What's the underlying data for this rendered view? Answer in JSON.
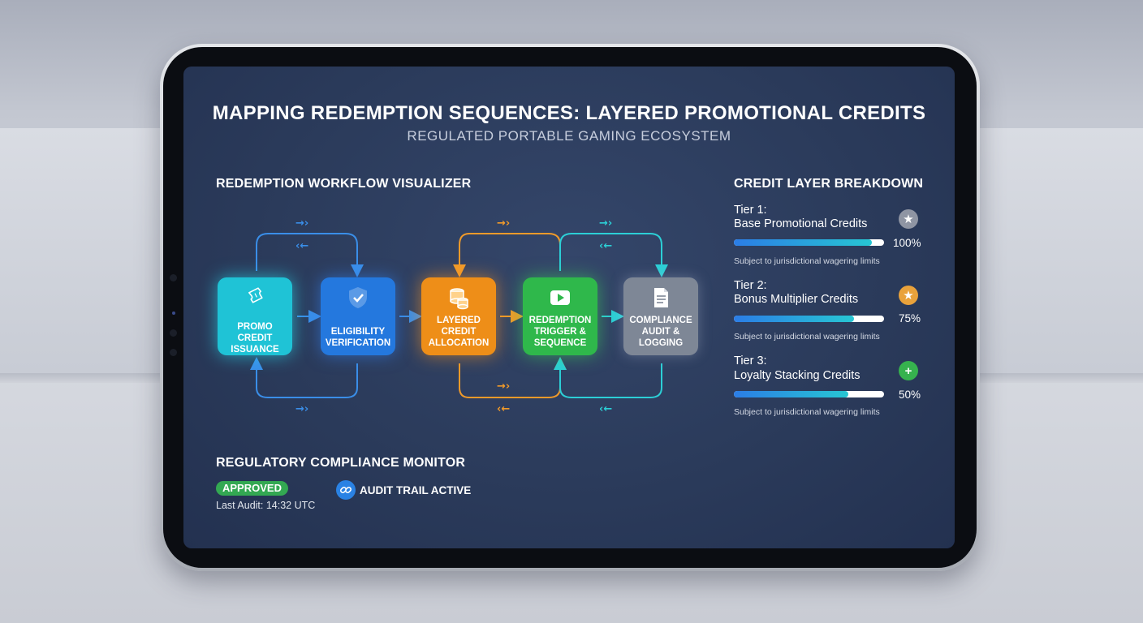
{
  "header": {
    "title": "MAPPING REDEMPTION SEQUENCES: LAYERED PROMOTIONAL CREDITS",
    "subtitle": "REGULATED PORTABLE GAMING ECOSYSTEM"
  },
  "workflow": {
    "heading": "REDEMPTION WORKFLOW VISUALIZER",
    "steps": [
      {
        "label": "PROMO CREDIT ISSUANCE",
        "icon": "ticket-icon",
        "color": "#1fc3d6"
      },
      {
        "label": "ELIGIBILITY VERIFICATION",
        "icon": "shield-check-icon",
        "color": "#2478de"
      },
      {
        "label": "LAYERED CREDIT ALLOCATION",
        "icon": "coin-stack-icon",
        "color": "#ee8e18"
      },
      {
        "label": "REDEMPTION TRIGGER & SEQUENCE",
        "icon": "play-icon",
        "color": "#2fb84b"
      },
      {
        "label": "COMPLIANCE AUDIT & LOGGING",
        "icon": "document-icon",
        "color": "#7e8796"
      }
    ],
    "loop_colors": {
      "blue": "#3a8ee8",
      "orange": "#f09a2a",
      "teal": "#2ccfd6"
    }
  },
  "credit_layers": {
    "heading": "CREDIT LAYER BREAKDOWN",
    "tiers": [
      {
        "tier": "Tier 1:",
        "name": "Base Promotional Credits",
        "percent_label": "100%",
        "fill": 0.92,
        "note": "Subject to jurisdictional wagering limits",
        "icon": "star-icon",
        "icon_color": "#8f95a3"
      },
      {
        "tier": "Tier 2:",
        "name": "Bonus Multiplier Credits",
        "percent_label": "75%",
        "fill": 0.8,
        "note": "Subject to jurisdictional wagering limits",
        "icon": "star-icon",
        "icon_color": "#e9a23b"
      },
      {
        "tier": "Tier 3:",
        "name": "Loyalty Stacking Credits",
        "percent_label": "50%",
        "fill": 0.76,
        "note": "Subject to jurisdictional wagering limits",
        "icon": "plus-icon",
        "icon_color": "#36b24e"
      }
    ]
  },
  "compliance": {
    "heading": "REGULATORY COMPLIANCE MONITOR",
    "status": "APPROVED",
    "last_audit": "Last Audit: 14:32 UTC",
    "audit_trail": "AUDIT TRAIL ACTIVE",
    "audit_icon": "link-icon"
  }
}
